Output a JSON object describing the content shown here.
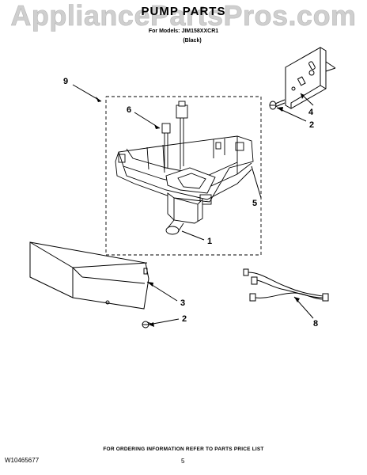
{
  "watermark": "AppliancePartsPros.com",
  "title": "PUMP PARTS",
  "models_line": "For Models: JIM158XXCR1",
  "variant": "(Black)",
  "callouts": {
    "c1": "1",
    "c2a": "2",
    "c2b": "2",
    "c3": "3",
    "c4": "4",
    "c5": "5",
    "c6": "6",
    "c8": "8",
    "c9": "9"
  },
  "footer_note": "FOR ORDERING INFORMATION REFER TO PARTS PRICE LIST",
  "doc_number": "W10465677",
  "page_number": "5"
}
